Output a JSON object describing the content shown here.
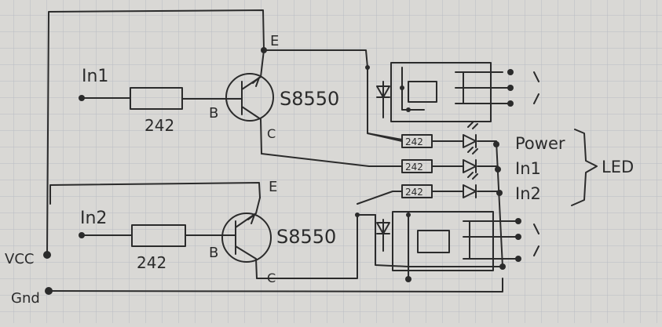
{
  "colors": {
    "paper": "#d9d8d5",
    "grid": "#b9bcc4",
    "ink": "#2b2b2b"
  },
  "labels": {
    "in1": "In1",
    "in2": "In2",
    "r1": "242",
    "r2": "242",
    "t1_model": "S8550",
    "t2_model": "S8550",
    "t1_e": "E",
    "t1_b": "B",
    "t1_c": "C",
    "t2_e": "E",
    "t2_b": "B",
    "t2_c": "C",
    "vcc": "VCC",
    "gnd": "Gnd",
    "led_r1": "242",
    "led_r2": "242",
    "led_r3": "242",
    "power": "Power",
    "led_in1": "In1",
    "led_in2": "In2",
    "led": "LED"
  }
}
